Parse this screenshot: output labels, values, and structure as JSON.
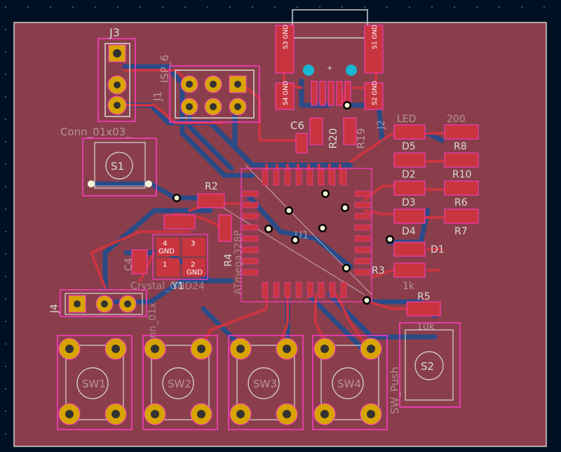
{
  "editor": "PCB layout view",
  "colors": {
    "background": "#001023",
    "board_fill": "#8a3e4b",
    "copper_front": "#c8353f",
    "copper_back": "#2a4b87",
    "pad_gold": "#d8a400",
    "silkscreen": "#d9d9d9",
    "courtyard": "#ff3cc8",
    "via_white": "#f3f3d6",
    "via_cyan": "#18b6d0",
    "edge_cut": "#d0d0d0"
  },
  "labels": {
    "j3": "J3",
    "conn01x03": "Conn_01x03_",
    "j1": "J1",
    "j1_side": "ISP_6",
    "s1": "S1",
    "sw_push_s2": "S2",
    "j2": "J2",
    "s3gnd": "S3 GND",
    "s1gnd": "S1 GND",
    "s4gnd": "S4 GND",
    "s2gnd": "S2 GND",
    "c6": "C6",
    "r20": "R20",
    "r19": "R19",
    "led_hdr": "LED",
    "r_200": "200",
    "d5": "D5",
    "r8": "R8",
    "d2": "D2",
    "r10": "R10",
    "d3": "D3",
    "r6": "R6",
    "d4": "D4",
    "r7": "R7",
    "d1": "D1",
    "r2": "R2",
    "r3": "R3",
    "r5": "R5",
    "r4": "R4",
    "r_1k": "1k",
    "r_10k": "10k",
    "u1": "U1",
    "u1_name": "ATmega328P",
    "y1": "Y1",
    "crystal": "Crystal_GND24",
    "c_left": "C4",
    "c_left2": "C",
    "j4": "J4",
    "conn_j4": "Conn_01x",
    "sw1": "SW1",
    "sw2": "SW2",
    "sw3": "SW3",
    "sw4": "SW4",
    "sw_push": "SW_Push",
    "gnd": "GND",
    "pin2": "2",
    "pin3": "3",
    "pin4": "4",
    "pin1": "1",
    "plus": "+"
  }
}
